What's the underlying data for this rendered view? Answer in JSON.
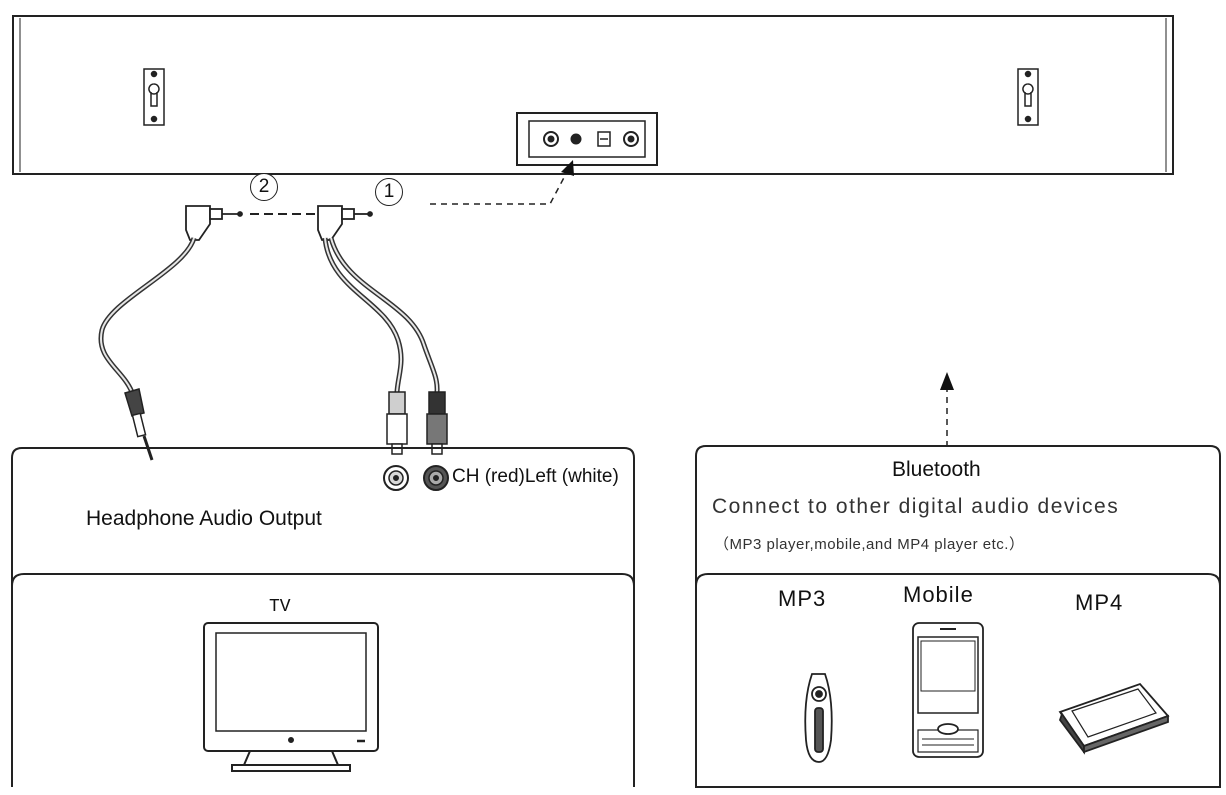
{
  "steps": {
    "one": "1",
    "two": "2"
  },
  "left_panel": {
    "ch_label": "CH (red)Left (white)",
    "headphone_label": "Headphone Audio Output",
    "tv_label": "TV"
  },
  "right_panel": {
    "bluetooth_label": "Bluetooth",
    "connect_text": "Connect to other digital audio devices",
    "examples_text": "（MP3 player,mobile,and MP4 player etc.）",
    "devices": [
      {
        "label": "MP3"
      },
      {
        "label": "Mobile"
      },
      {
        "label": "MP4"
      }
    ]
  },
  "colors": {
    "line": "#222222",
    "cable": "#555555",
    "rca_red": "#555555",
    "rca_white": "#cfcfcf"
  }
}
